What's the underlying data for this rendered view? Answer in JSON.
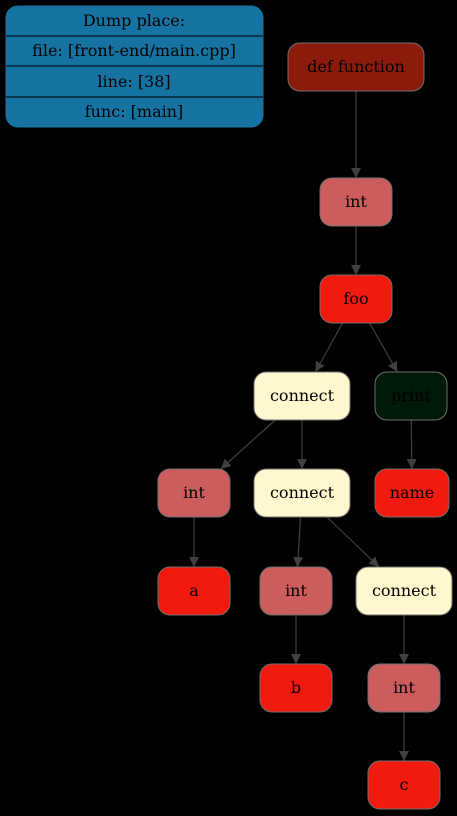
{
  "dump_place": {
    "header": "Dump place:",
    "file": "file: [front-end/main.cpp]",
    "line": "line: [38]",
    "func": "func: [main]"
  },
  "colors": {
    "background": "#000000",
    "info_box": "#1572a1",
    "type_node": "#cd5c5c",
    "ident_node": "#f21a0e",
    "connect_node": "#fff8cf",
    "def_node": "#8b1a0b",
    "print_node": "#001a0a",
    "edge": "#404040",
    "node_border": "#707070"
  },
  "nodes": [
    {
      "id": "def_function",
      "label": "def function",
      "kind": "def"
    },
    {
      "id": "int_1",
      "label": "int",
      "kind": "type"
    },
    {
      "id": "foo",
      "label": "foo",
      "kind": "ident"
    },
    {
      "id": "connect_1",
      "label": "connect",
      "kind": "connect"
    },
    {
      "id": "print",
      "label": "print",
      "kind": "print"
    },
    {
      "id": "int_2",
      "label": "int",
      "kind": "type"
    },
    {
      "id": "connect_2",
      "label": "connect",
      "kind": "connect"
    },
    {
      "id": "name",
      "label": "name",
      "kind": "ident"
    },
    {
      "id": "a",
      "label": "a",
      "kind": "ident"
    },
    {
      "id": "int_3",
      "label": "int",
      "kind": "type"
    },
    {
      "id": "connect_3",
      "label": "connect",
      "kind": "connect"
    },
    {
      "id": "b",
      "label": "b",
      "kind": "ident"
    },
    {
      "id": "int_4",
      "label": "int",
      "kind": "type"
    },
    {
      "id": "c",
      "label": "c",
      "kind": "ident"
    }
  ],
  "edges": [
    [
      "def_function",
      "int_1"
    ],
    [
      "int_1",
      "foo"
    ],
    [
      "foo",
      "connect_1"
    ],
    [
      "foo",
      "print"
    ],
    [
      "connect_1",
      "int_2"
    ],
    [
      "connect_1",
      "connect_2"
    ],
    [
      "print",
      "name"
    ],
    [
      "int_2",
      "a"
    ],
    [
      "connect_2",
      "int_3"
    ],
    [
      "connect_2",
      "connect_3"
    ],
    [
      "int_3",
      "b"
    ],
    [
      "connect_3",
      "int_4"
    ],
    [
      "int_4",
      "c"
    ]
  ]
}
